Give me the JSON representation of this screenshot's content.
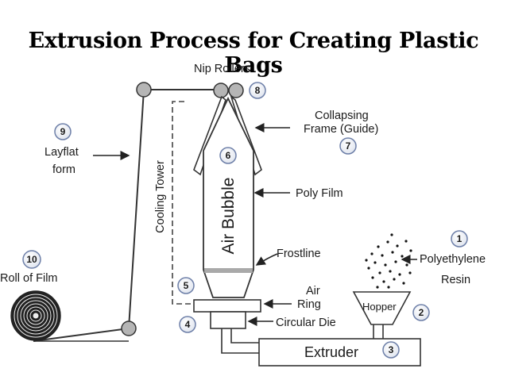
{
  "title": "Extrusion Process for Creating Plastic Bags",
  "labels": {
    "nip_rollers": "Nip Rollers",
    "collapsing_1": "Collapsing",
    "collapsing_2": "Frame (Guide)",
    "layflat_1": "Layflat",
    "layflat_2": "form",
    "cooling_tower": "Cooling Tower",
    "air_bubble": "Air Bubble",
    "poly_film": "Poly Film",
    "frostline": "Frostline",
    "resin_1": "Polyethylene",
    "resin_2": "Resin",
    "roll_of_film": "Roll of Film",
    "air_ring_1": "Air",
    "air_ring_2": "Ring",
    "circular_die": "Circular Die",
    "hopper": "Hopper",
    "extruder": "Extruder"
  },
  "numbers": {
    "n1": "1",
    "n2": "2",
    "n3": "3",
    "n4": "4",
    "n5": "5",
    "n6": "6",
    "n7": "7",
    "n8": "8",
    "n9": "9",
    "n10": "10"
  },
  "colors": {
    "line": "#333333",
    "roller_fill": "#b5b5b5",
    "badge_ring": "#6d7fa8",
    "frostline": "#a9a9a9"
  }
}
